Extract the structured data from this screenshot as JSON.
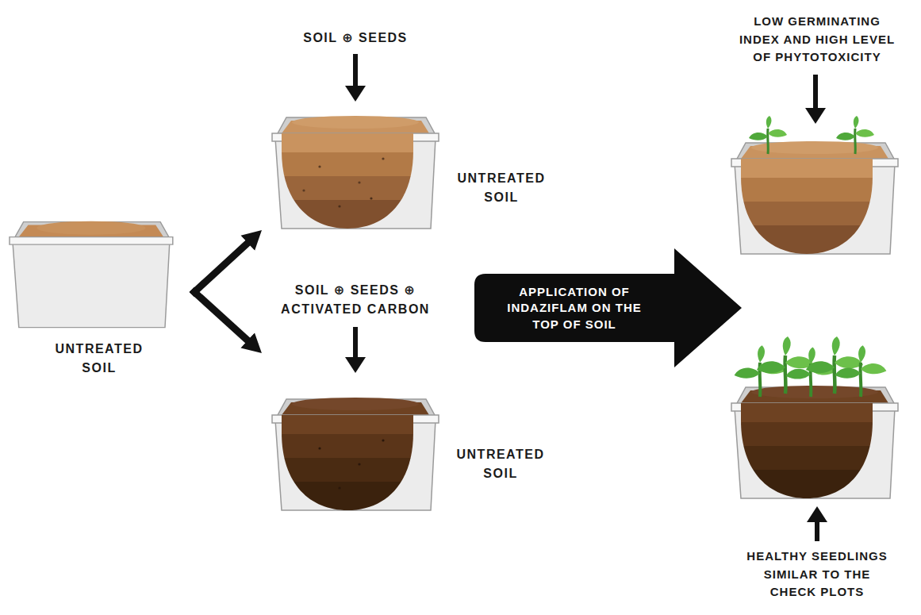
{
  "diagram": {
    "nodes": [
      {
        "text": [
          "UNTREATED SOIL"
        ]
      },
      {
        "text": [
          "SOIL ⊕ SEEDS",
          "UNTREATED SOIL"
        ]
      },
      {
        "text": [
          "SOIL ⊕ SEEDS ⊕ ACTIVATED CARBON",
          "UNTREATED SOIL"
        ]
      },
      {
        "text": [
          "APPLICATION OF INDAZIFLAM ON THE TOP OF SOIL"
        ]
      },
      {
        "text": [
          "LOW GERMINATING INDEX AND HIGH LEVEL OF PHYTOTOXICITY"
        ]
      },
      {
        "text": [
          "HEALTHY SEEDLINGS SIMILAR TO THE CHECK PLOTS"
        ]
      }
    ],
    "edges": [
      {
        "from": 0,
        "to": 1,
        "arrow": "to"
      },
      {
        "from": 0,
        "to": 2,
        "arrow": "to"
      }
    ]
  }
}
